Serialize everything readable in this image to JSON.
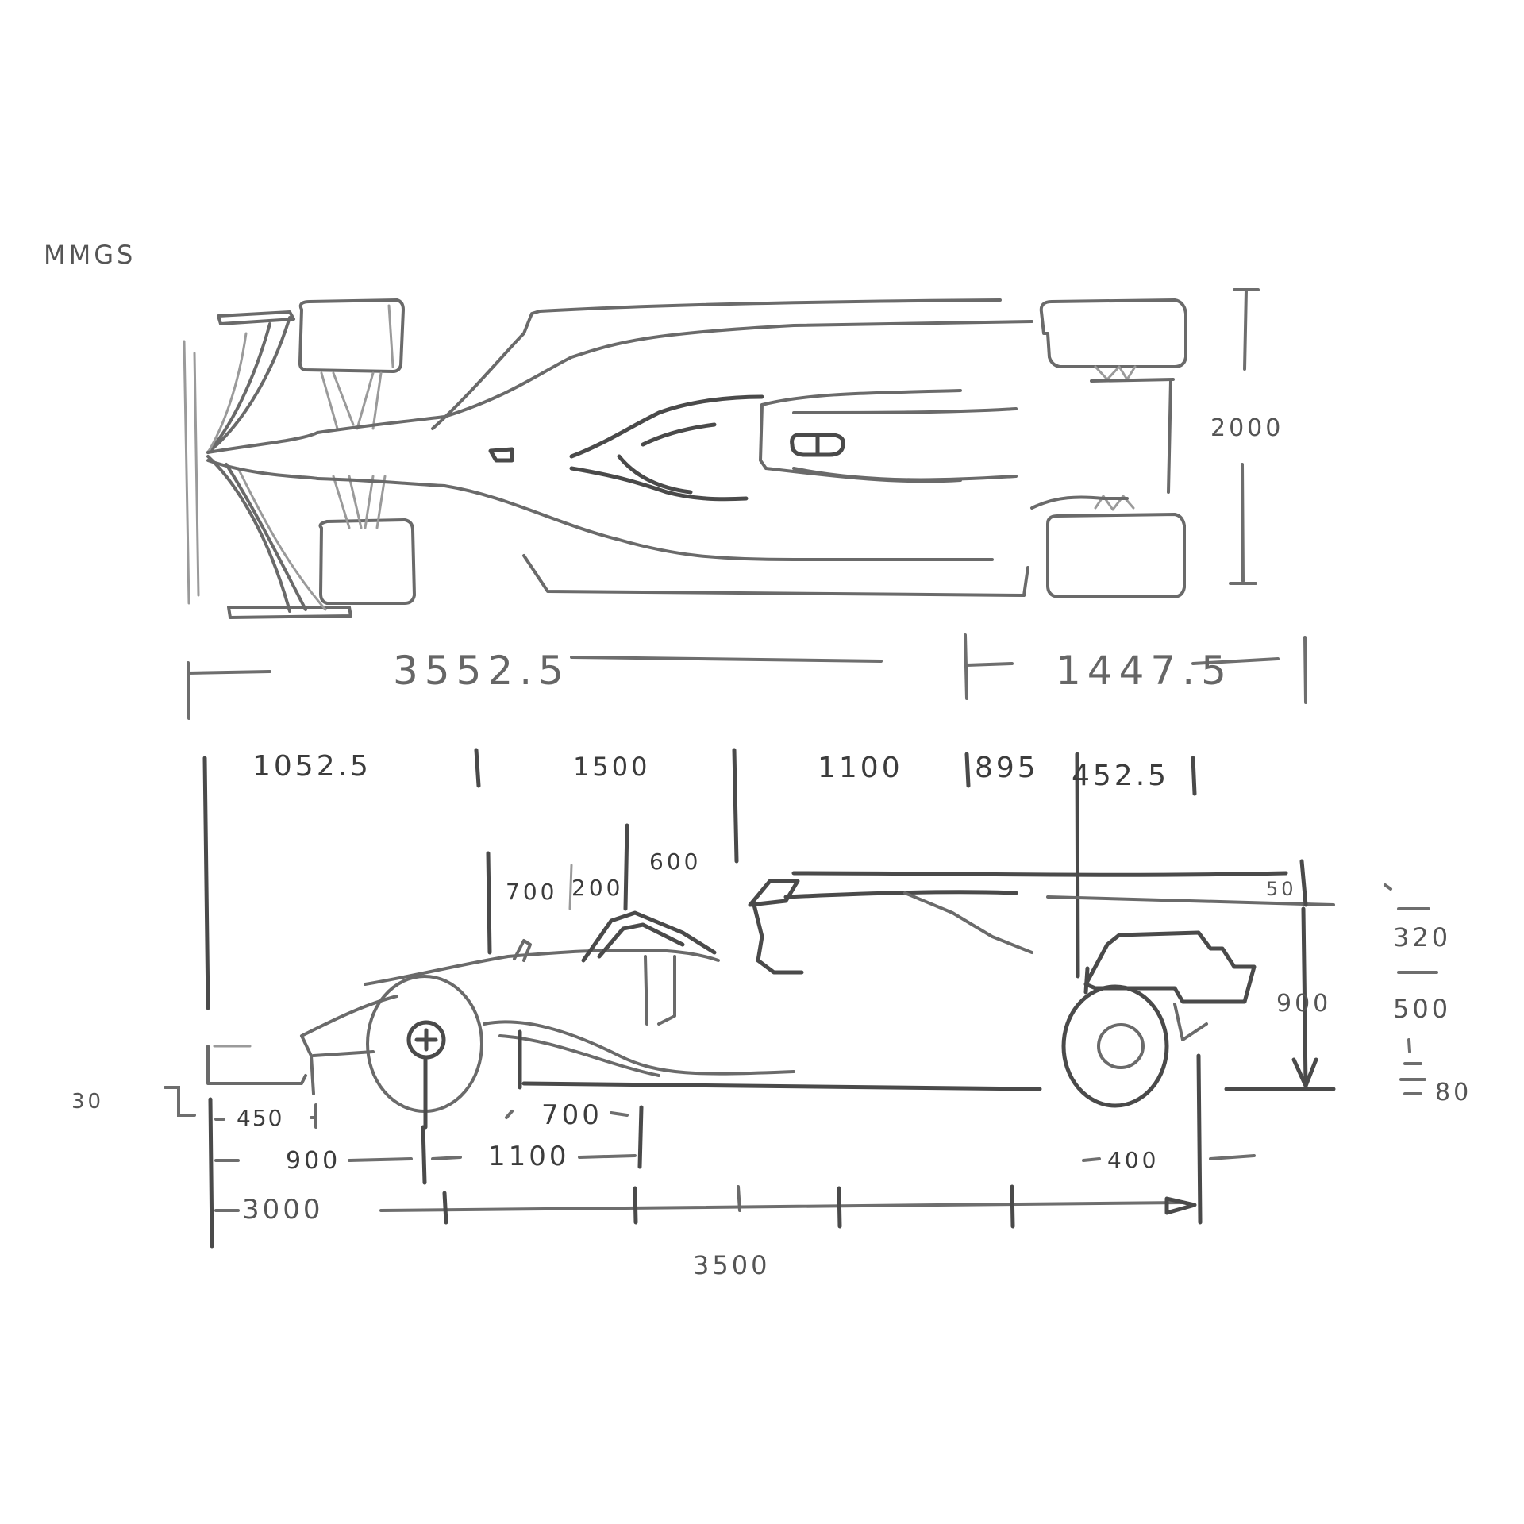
{
  "title": "MMGS",
  "top_view": {
    "width_label": "2000",
    "length_front_label": "3552.5",
    "length_rear_label": "1447.5"
  },
  "side_view": {
    "segments": [
      {
        "label": "1052.5"
      },
      {
        "label": "1500"
      },
      {
        "label": "1100"
      },
      {
        "label": "895"
      },
      {
        "label": "452.5"
      }
    ],
    "cockpit_labels": {
      "a": "700",
      "b": "200",
      "c": "600"
    },
    "rear_wing_gap": "50",
    "rear_height": "900",
    "right_stack": {
      "upper": "320",
      "middle": "500",
      "lower": "80"
    },
    "front_ground_clearance": "30",
    "bottom_dims": {
      "front_wing_overhang": "450",
      "nose_to_front_axle": "900",
      "front_axle_to_sidepod": "1100",
      "sidepod_offset": "700",
      "rear_overhang": "400",
      "overall_to_first_tick": "3000",
      "overall_total": "3500"
    }
  },
  "colors": {
    "pencil": "#6a6a6a",
    "pencil_dark": "#4a4a4a",
    "paper": "#ffffff"
  }
}
